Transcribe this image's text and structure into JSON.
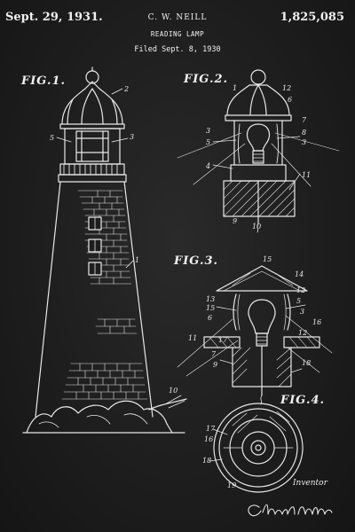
{
  "header": {
    "date": "Sept. 29, 1931.",
    "inventor": "C. W. NEILL",
    "title": "READING LAMP",
    "filed": "Filed Sept. 8, 1930",
    "patent_number": "1,825,085"
  },
  "figures": {
    "fig1": "FIG.1.",
    "fig2": "FIG.2.",
    "fig3": "FIG.3.",
    "fig4": "FIG.4."
  },
  "inventor_role": "Inventor",
  "signature": "Charles W. Neill",
  "reference_numerals": {
    "fig1": [
      "2",
      "3",
      "5",
      "1",
      "10"
    ],
    "fig2": [
      "1",
      "12",
      "6",
      "3",
      "5",
      "7",
      "8",
      "3",
      "4",
      "11",
      "9",
      "10"
    ],
    "fig3": [
      "15",
      "14",
      "13",
      "15",
      "6",
      "12",
      "5",
      "3",
      "17",
      "12",
      "11",
      "16",
      "7",
      "9",
      "18"
    ],
    "fig4": [
      "17",
      "16",
      "18",
      "19"
    ]
  },
  "colors": {
    "chalkboard": "#1e1e1e",
    "chalk": "#ececec"
  }
}
